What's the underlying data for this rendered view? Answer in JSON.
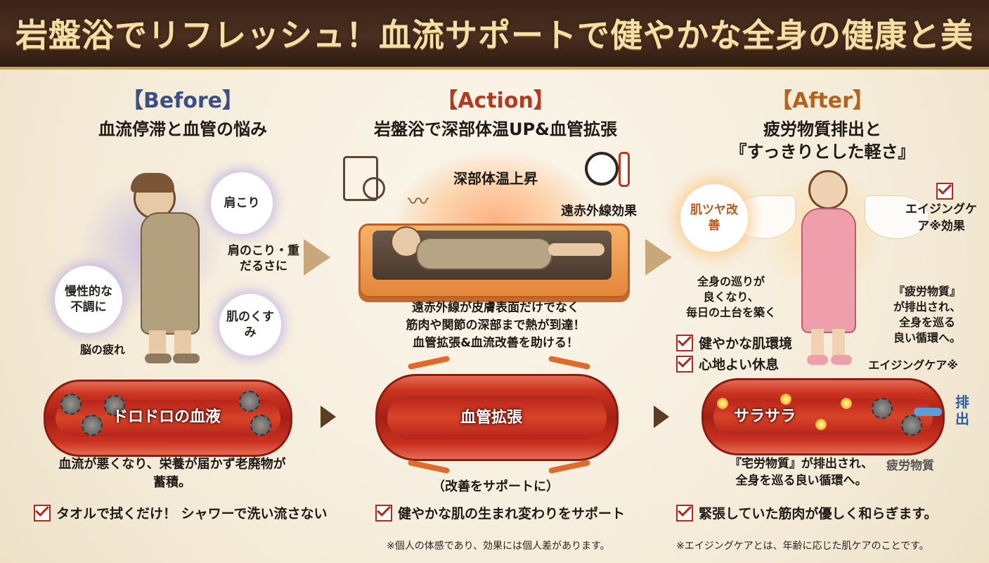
{
  "header": {
    "title": "岩盤浴でリフレッシュ！血流サポートで健やかな全身の健康と美"
  },
  "before": {
    "bracket": "【Before】",
    "subtitle": "血流停滞と血管の悩み",
    "bubbles": [
      "肩こり",
      "慢性的な不調に",
      "肌のくすみ"
    ],
    "labels": {
      "shoulder": "肩のこり・重だるさに",
      "brain": "脳の疲れ"
    },
    "vessel_label": "ドロドロの血液",
    "caption": "血流が悪くなり、栄養が届かず老廃物が蓄積。",
    "check": "タオルで拭くだけ！ シャワーで洗い流さない"
  },
  "action": {
    "bracket": "【Action】",
    "subtitle": "岩盤浴で深部体温UP&血管拡張",
    "heat_label": "深部体温上昇",
    "infrared_label": "遠赤外線効果",
    "desc": [
      "遠赤外線が皮膚表面だけでなく",
      "筋肉や関節の深部まで熱が到達！",
      "血管拡張&血流改善を助ける！"
    ],
    "vessel_label": "血管拡張",
    "caption": "（改善をサポートに）",
    "check": "健やかな肌の生まれ変わりをサポート"
  },
  "after": {
    "bracket": "【After】",
    "subtitle": [
      "疲労物質排出と",
      "『すっきりとした軽さ』"
    ],
    "skin_bubble": "肌ツヤ改善",
    "aging": "エイジングケア※効果",
    "circulation": [
      "全身の巡りが",
      "良くなり、",
      "毎日の土台を築く"
    ],
    "waste": [
      "『疲労物質』",
      "が排出され、",
      "全身を巡る",
      "良い循環へ。"
    ],
    "checks": [
      "健やかな肌環境",
      "心地よい休息"
    ],
    "vessel_label": "サラサラ",
    "aging_label": "エイジングケア※",
    "excrete": "排出",
    "caption": [
      "『宅労物質』が排出され、",
      "全身を巡る良い循環へ。"
    ],
    "fatigue": "疲労物質",
    "check": "緊張していた筋肉が優しく和らぎます。"
  },
  "notes": [
    "※個人の体感であり、効果には個人差があります。",
    "※エイジングケアとは、年齢に応じた肌ケアのことです。"
  ],
  "colors": {
    "header_bg": "#3a2418",
    "title": "#f6dfa6",
    "before": "#3b4f86",
    "action": "#b33a1f",
    "after": "#b6621d",
    "vessel": "#a51f15"
  }
}
